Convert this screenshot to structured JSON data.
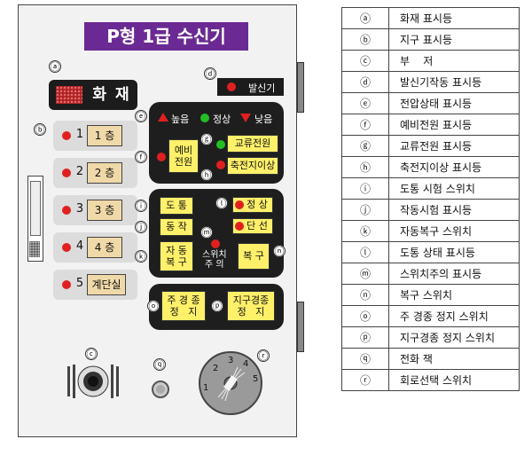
{
  "panel": {
    "title": "P형 1급 수신기",
    "fire_label": "화 재",
    "transmitter_label": "발신기",
    "floors": [
      {
        "num": "1",
        "label": "1 층"
      },
      {
        "num": "2",
        "label": "2 층"
      },
      {
        "num": "3",
        "label": "3 층"
      },
      {
        "num": "4",
        "label": "4 층"
      },
      {
        "num": "5",
        "label": "계단실"
      }
    ],
    "voltage": {
      "high": "높음",
      "normal": "정상",
      "low": "낮음"
    },
    "spare_power": "예비\n전원",
    "ac_power": "교류전원",
    "battery_fault": "축전지이상",
    "conduction": "도 통",
    "operation": "동 작",
    "normal": "정 상",
    "disconnect": "단 선",
    "auto_reset": "자 동\n복 구",
    "switch_caution": "스위치\n주 의",
    "reset": "복 구",
    "main_bell_stop": "주 경 종\n정   지",
    "zone_bell_stop": "지구경종\n정   지",
    "dial_numbers": [
      "1",
      "2",
      "3",
      "4",
      "5"
    ]
  },
  "markers": [
    "ⓐ",
    "ⓑ",
    "ⓒ",
    "ⓓ",
    "ⓔ",
    "ⓕ",
    "ⓖ",
    "ⓗ",
    "ⓘ",
    "ⓙ",
    "ⓚ",
    "ⓛ",
    "ⓜ",
    "ⓝ",
    "ⓞ",
    "ⓟ",
    "ⓠ",
    "ⓡ"
  ],
  "legend": [
    {
      "key": "ⓐ",
      "desc": "화재 표시등"
    },
    {
      "key": "ⓑ",
      "desc": "지구 표시등"
    },
    {
      "key": "ⓒ",
      "desc": "부    저"
    },
    {
      "key": "ⓓ",
      "desc": "발신기작동 표시등"
    },
    {
      "key": "ⓔ",
      "desc": "전압상태 표시등"
    },
    {
      "key": "ⓕ",
      "desc": "예비전원 표시등"
    },
    {
      "key": "ⓖ",
      "desc": "교류전원 표시등"
    },
    {
      "key": "ⓗ",
      "desc": "축전지이상 표시등"
    },
    {
      "key": "ⓘ",
      "desc": "도통 시험 스위치"
    },
    {
      "key": "ⓙ",
      "desc": "작동시험 표시등"
    },
    {
      "key": "ⓚ",
      "desc": "자동복구 스위치"
    },
    {
      "key": "ⓛ",
      "desc": "도통 상태 표시등"
    },
    {
      "key": "ⓜ",
      "desc": "스위치주의 표시등"
    },
    {
      "key": "ⓝ",
      "desc": "복구 스위치"
    },
    {
      "key": "ⓞ",
      "desc": "주 경종 정지 스위치"
    },
    {
      "key": "ⓟ",
      "desc": "지구경종 정지 스위치"
    },
    {
      "key": "ⓠ",
      "desc": "전화 잭"
    },
    {
      "key": "ⓡ",
      "desc": "회로선택 스위치"
    }
  ]
}
